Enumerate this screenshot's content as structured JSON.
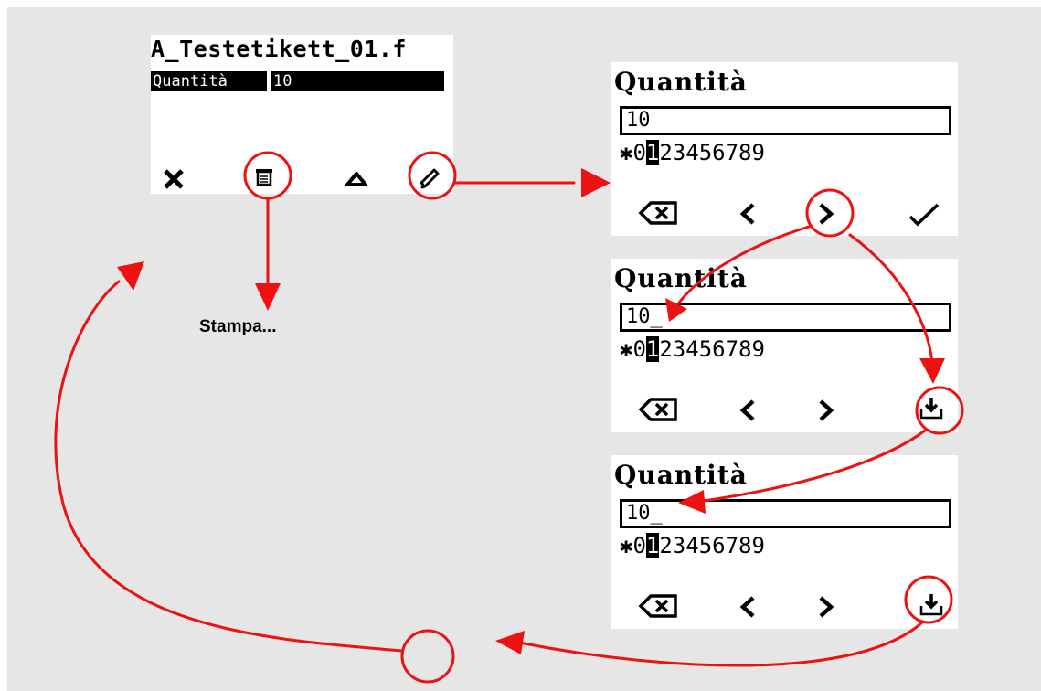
{
  "main_screen": {
    "file_name": "A_Testetikett_01.f",
    "quantity_label": "Quantità",
    "quantity_value": "10",
    "icons": [
      "close-icon",
      "print-icon",
      "up-triangle-icon",
      "edit-pencil-icon"
    ]
  },
  "edit_screens": [
    {
      "title": "Quantità",
      "field_value": "10",
      "digits_prefix": "✱0",
      "digits_selected": "1",
      "digits_suffix": "23456789",
      "icons": [
        "backspace-icon",
        "cursor-left-icon",
        "cursor-right-icon",
        "confirm-check-icon"
      ]
    },
    {
      "title": "Quantità",
      "field_value": "10_",
      "digits_prefix": "✱0",
      "digits_selected": "1",
      "digits_suffix": "23456789",
      "icons": [
        "backspace-icon",
        "cursor-left-icon",
        "cursor-right-icon",
        "save-download-icon"
      ]
    },
    {
      "title": "Quantità",
      "field_value": "10_",
      "digits_prefix": "✱0",
      "digits_selected": "1",
      "digits_suffix": "23456789",
      "icons": [
        "backspace-icon",
        "cursor-left-icon",
        "cursor-right-icon",
        "save-download-icon"
      ]
    }
  ],
  "print_caption": "Stampa...",
  "colors": {
    "arrow": "#ee1111",
    "background": "#e6e6e6",
    "screen": "#ffffff",
    "ink": "#000000"
  }
}
